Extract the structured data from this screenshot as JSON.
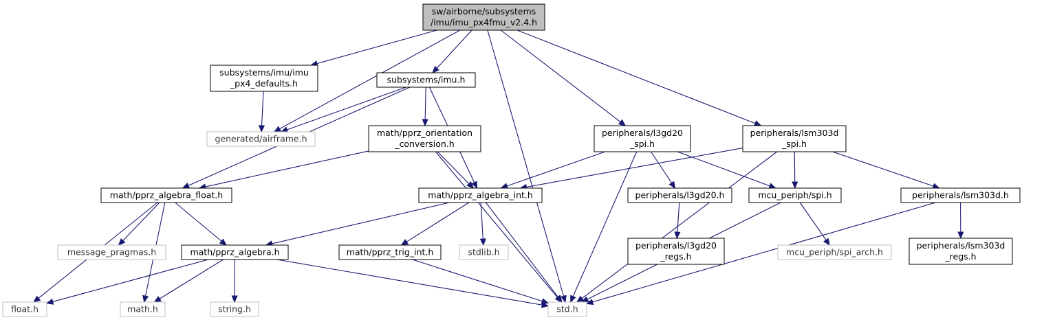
{
  "graph": {
    "edge_color": "#191970",
    "node_border_color": "#000000",
    "system_node_border_color": "#bfbfbf",
    "root_fill_color": "#bfbfbf",
    "nodes": [
      {
        "id": "root",
        "lines": [
          "sw/airborne/subsystems",
          "/imu/imu_px4fmu_v2.4.h"
        ],
        "kind": "root"
      },
      {
        "id": "px4_defaults",
        "lines": [
          "subsystems/imu/imu",
          "_px4_defaults.h"
        ],
        "kind": "normal"
      },
      {
        "id": "imu_h",
        "lines": [
          "subsystems/imu.h"
        ],
        "kind": "normal"
      },
      {
        "id": "airframe",
        "lines": [
          "generated/airframe.h"
        ],
        "kind": "system"
      },
      {
        "id": "orientation",
        "lines": [
          "math/pprz_orientation",
          "_conversion.h"
        ],
        "kind": "normal"
      },
      {
        "id": "l3gd20_spi",
        "lines": [
          "peripherals/l3gd20",
          "_spi.h"
        ],
        "kind": "normal"
      },
      {
        "id": "lsm303d_spi",
        "lines": [
          "peripherals/lsm303d",
          "_spi.h"
        ],
        "kind": "normal"
      },
      {
        "id": "algebra_float",
        "lines": [
          "math/pprz_algebra_float.h"
        ],
        "kind": "normal"
      },
      {
        "id": "algebra_int",
        "lines": [
          "math/pprz_algebra_int.h"
        ],
        "kind": "normal"
      },
      {
        "id": "l3gd20",
        "lines": [
          "peripherals/l3gd20.h"
        ],
        "kind": "normal"
      },
      {
        "id": "spi",
        "lines": [
          "mcu_periph/spi.h"
        ],
        "kind": "normal"
      },
      {
        "id": "lsm303d",
        "lines": [
          "peripherals/lsm303d.h"
        ],
        "kind": "normal"
      },
      {
        "id": "msg_pragmas",
        "lines": [
          "message_pragmas.h"
        ],
        "kind": "system"
      },
      {
        "id": "algebra",
        "lines": [
          "math/pprz_algebra.h"
        ],
        "kind": "normal"
      },
      {
        "id": "trig_int",
        "lines": [
          "math/pprz_trig_int.h"
        ],
        "kind": "normal"
      },
      {
        "id": "stdlib",
        "lines": [
          "stdlib.h"
        ],
        "kind": "system"
      },
      {
        "id": "l3gd20_regs",
        "lines": [
          "peripherals/l3gd20",
          "_regs.h"
        ],
        "kind": "normal"
      },
      {
        "id": "spi_arch",
        "lines": [
          "mcu_periph/spi_arch.h"
        ],
        "kind": "system"
      },
      {
        "id": "lsm303d_regs",
        "lines": [
          "peripherals/lsm303d",
          "_regs.h"
        ],
        "kind": "normal"
      },
      {
        "id": "float_h",
        "lines": [
          "float.h"
        ],
        "kind": "system"
      },
      {
        "id": "math_h",
        "lines": [
          "math.h"
        ],
        "kind": "system"
      },
      {
        "id": "string_h",
        "lines": [
          "string.h"
        ],
        "kind": "system"
      },
      {
        "id": "std_h",
        "lines": [
          "std.h"
        ],
        "kind": "system"
      }
    ],
    "edges": [
      [
        "root",
        "px4_defaults"
      ],
      [
        "root",
        "airframe"
      ],
      [
        "root",
        "imu_h"
      ],
      [
        "root",
        "std_h"
      ],
      [
        "root",
        "l3gd20_spi"
      ],
      [
        "root",
        "lsm303d_spi"
      ],
      [
        "px4_defaults",
        "airframe"
      ],
      [
        "imu_h",
        "airframe"
      ],
      [
        "imu_h",
        "orientation"
      ],
      [
        "imu_h",
        "algebra_float"
      ],
      [
        "imu_h",
        "algebra_int"
      ],
      [
        "orientation",
        "algebra_float"
      ],
      [
        "orientation",
        "algebra_int"
      ],
      [
        "orientation",
        "std_h"
      ],
      [
        "l3gd20_spi",
        "algebra_int"
      ],
      [
        "l3gd20_spi",
        "l3gd20"
      ],
      [
        "l3gd20_spi",
        "spi"
      ],
      [
        "l3gd20_spi",
        "std_h"
      ],
      [
        "lsm303d_spi",
        "algebra_int"
      ],
      [
        "lsm303d_spi",
        "spi"
      ],
      [
        "lsm303d_spi",
        "lsm303d"
      ],
      [
        "lsm303d_spi",
        "std_h"
      ],
      [
        "algebra_float",
        "msg_pragmas"
      ],
      [
        "algebra_float",
        "algebra"
      ],
      [
        "algebra_float",
        "float_h"
      ],
      [
        "algebra_float",
        "math_h"
      ],
      [
        "algebra_int",
        "algebra"
      ],
      [
        "algebra_int",
        "trig_int"
      ],
      [
        "algebra_int",
        "stdlib"
      ],
      [
        "algebra_int",
        "std_h"
      ],
      [
        "algebra",
        "float_h"
      ],
      [
        "algebra",
        "math_h"
      ],
      [
        "algebra",
        "string_h"
      ],
      [
        "algebra",
        "std_h"
      ],
      [
        "trig_int",
        "std_h"
      ],
      [
        "l3gd20",
        "l3gd20_regs"
      ],
      [
        "spi",
        "spi_arch"
      ],
      [
        "spi",
        "std_h"
      ],
      [
        "lsm303d",
        "lsm303d_regs"
      ],
      [
        "lsm303d",
        "std_h"
      ]
    ]
  }
}
